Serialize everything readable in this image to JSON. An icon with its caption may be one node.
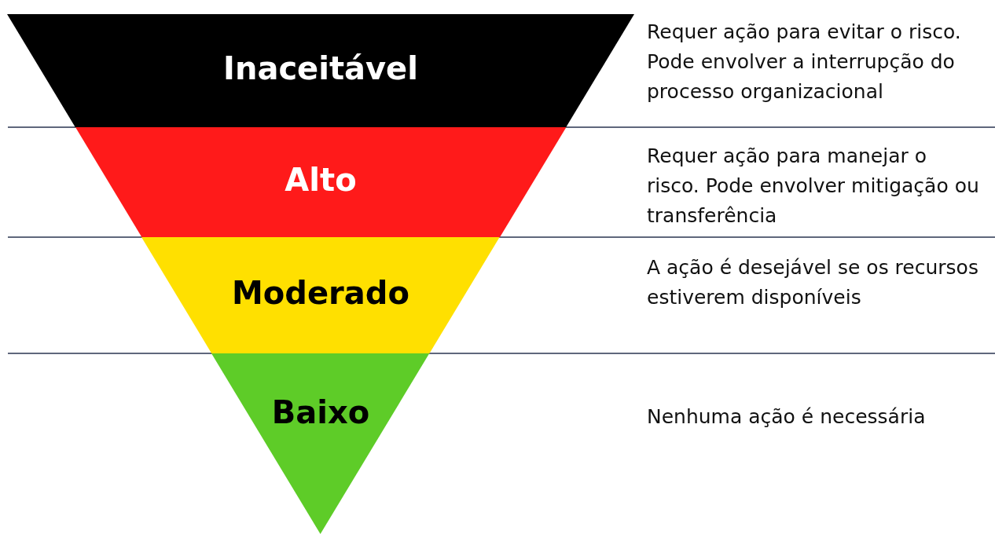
{
  "diagram": {
    "nodes": [
      {
        "text": [
          "Inaceitável"
        ]
      },
      {
        "text": [
          "Alto"
        ]
      },
      {
        "text": [
          "Moderado"
        ]
      },
      {
        "text": [
          "Baixo"
        ]
      }
    ],
    "labels": [
      "Requer ação para evitar o risco. Pode envolver a interrupção do processo organizacional",
      "Requer ação para manejar o risco. Pode envolver mitigação ou transferência",
      "A ação é desejável se os recursos estiverem disponíveis",
      "Nenhuma ação é necessária"
    ]
  }
}
